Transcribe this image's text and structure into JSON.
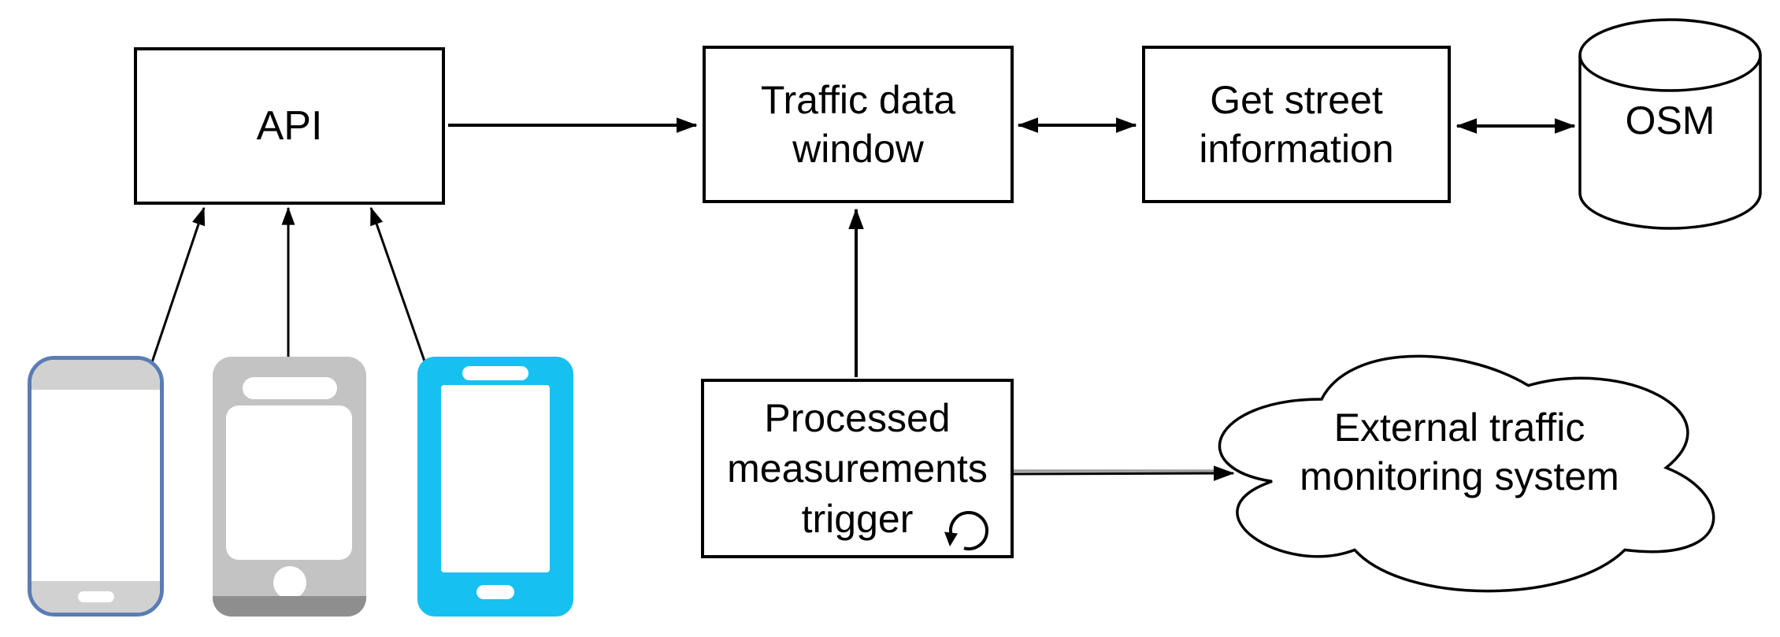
{
  "diagram": {
    "nodes": {
      "api": {
        "label": "API"
      },
      "traffic_window": {
        "line1": "Traffic data",
        "line2": "window"
      },
      "get_street": {
        "line1": "Get street",
        "line2": "information"
      },
      "osm": {
        "label": "OSM"
      },
      "trigger": {
        "line1": "Processed",
        "line2": "measurements",
        "line3": "trigger"
      },
      "external_cloud": {
        "line1": "External traffic",
        "line2": "monitoring system"
      }
    },
    "icons": {
      "phone1": "smartphone-outline-icon",
      "phone2": "smartphone-gray-icon",
      "phone3": "smartphone-cyan-icon",
      "refresh": "refresh-loop-icon",
      "database": "database-cylinder-icon",
      "cloud": "cloud-icon"
    },
    "colors": {
      "stroke": "#000000",
      "phone1_border": "#5b7cb5",
      "phone1_bezel": "#d1d1d1",
      "phone2_body": "#c3c3c3",
      "phone2_strip": "#8e8e8e",
      "phone3_body": "#16c0f0",
      "connector_gray": "#9e9e9e"
    },
    "edges": [
      {
        "from": "phone1",
        "to": "api",
        "type": "arrow"
      },
      {
        "from": "phone2",
        "to": "api",
        "type": "arrow"
      },
      {
        "from": "phone3",
        "to": "api",
        "type": "arrow"
      },
      {
        "from": "api",
        "to": "traffic_window",
        "type": "arrow"
      },
      {
        "from": "traffic_window",
        "to": "get_street",
        "type": "double-arrow"
      },
      {
        "from": "get_street",
        "to": "osm",
        "type": "double-arrow"
      },
      {
        "from": "trigger",
        "to": "traffic_window",
        "type": "arrow"
      },
      {
        "from": "trigger",
        "to": "external_cloud",
        "type": "arrow"
      }
    ]
  }
}
